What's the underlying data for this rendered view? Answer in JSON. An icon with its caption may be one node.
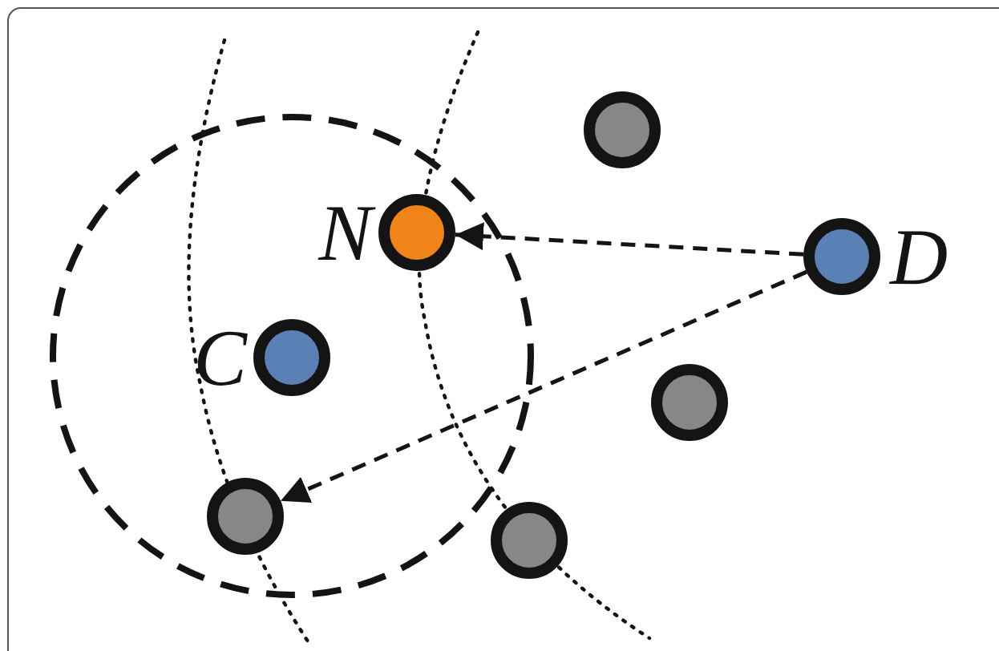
{
  "diagram": {
    "nodes": [
      {
        "text": [],
        "shape": "circle"
      },
      {
        "text": [
          "N"
        ]
      },
      {
        "text": [
          "D"
        ]
      },
      {
        "text": [
          "C"
        ]
      },
      {
        "text": [],
        "shape": "circle"
      },
      {
        "text": [],
        "shape": "circle"
      },
      {
        "text": [],
        "shape": "circle"
      }
    ],
    "edges": [
      {
        "from": 2,
        "to": 1,
        "arrow": "to",
        "style": "dashed"
      },
      {
        "from": 2,
        "to": 5,
        "arrow": "to",
        "style": "dashed"
      }
    ]
  }
}
